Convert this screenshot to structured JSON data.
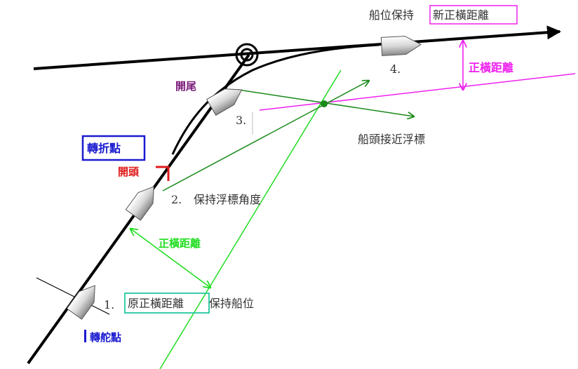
{
  "labels": {
    "top_prefix": "船位保持",
    "top_boxed": "新正橫距離",
    "right_distance": "正橫距離",
    "stern_open": "開尾",
    "turn_point": "轉折點",
    "bow_open": "開頭",
    "step2": "保持浮標角度",
    "buoy_approach": "船頭接近浮標",
    "left_distance": "正橫距離",
    "step1_boxed": "原正橫距離",
    "step1_suffix": "保持船位",
    "rudder_point": "轉舵點"
  },
  "numbers": {
    "n1": "1.",
    "n2": "2.",
    "n3": "3.",
    "n4": "4."
  },
  "colors": {
    "track": "#000000",
    "green": "#1a8a1a",
    "bright_green": "#22dd22",
    "magenta": "#ee22ee",
    "purple": "#7a1a7a",
    "blue": "#1a1ad0",
    "red": "#e01a1a",
    "box_green": "#22c9a0"
  }
}
